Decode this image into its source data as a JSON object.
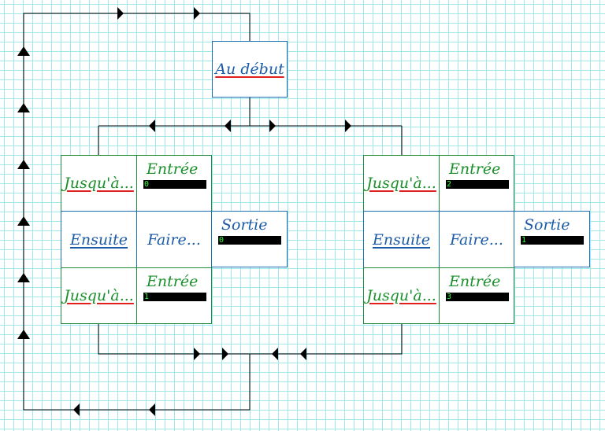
{
  "start": {
    "label": "Au début"
  },
  "left_group": {
    "until_top": "Jusqu'à...",
    "input_top": {
      "label": "Entrée",
      "value": "0"
    },
    "then": "Ensuite",
    "do": "Faire...",
    "output": {
      "label": "Sortie",
      "value": "0"
    },
    "until_bottom": "Jusqu'à...",
    "input_bottom": {
      "label": "Entrée",
      "value": "1"
    }
  },
  "right_group": {
    "until_top": "Jusqu'à...",
    "input_top": {
      "label": "Entrée",
      "value": "2"
    },
    "then": "Ensuite",
    "do": "Faire...",
    "output": {
      "label": "Sortie",
      "value": "1"
    },
    "until_bottom": "Jusqu'à...",
    "input_bottom": {
      "label": "Entrée",
      "value": "3"
    }
  },
  "colors": {
    "grid": "#9fe6ee",
    "wire": "#000000",
    "control_block": "#1a5aa6",
    "condition_block": "#1a8f2a",
    "underline_accent": "#e02020",
    "value_text": "#33ff33"
  }
}
